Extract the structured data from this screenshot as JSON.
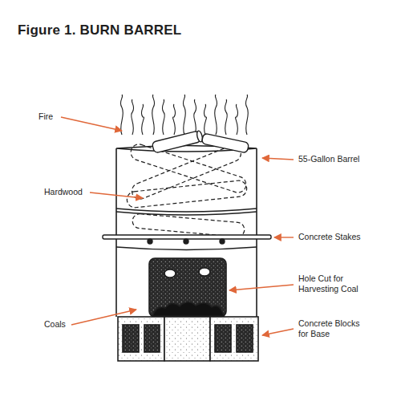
{
  "diagram": {
    "title": "Figure 1. BURN BARREL",
    "labels": [
      "Fire",
      "55-Gallon Barrel",
      "Hardwood",
      "Concrete Stakes",
      "Hole Cut for Harvesting Coal",
      "Coals",
      "Concrete Blocks for Base"
    ]
  }
}
